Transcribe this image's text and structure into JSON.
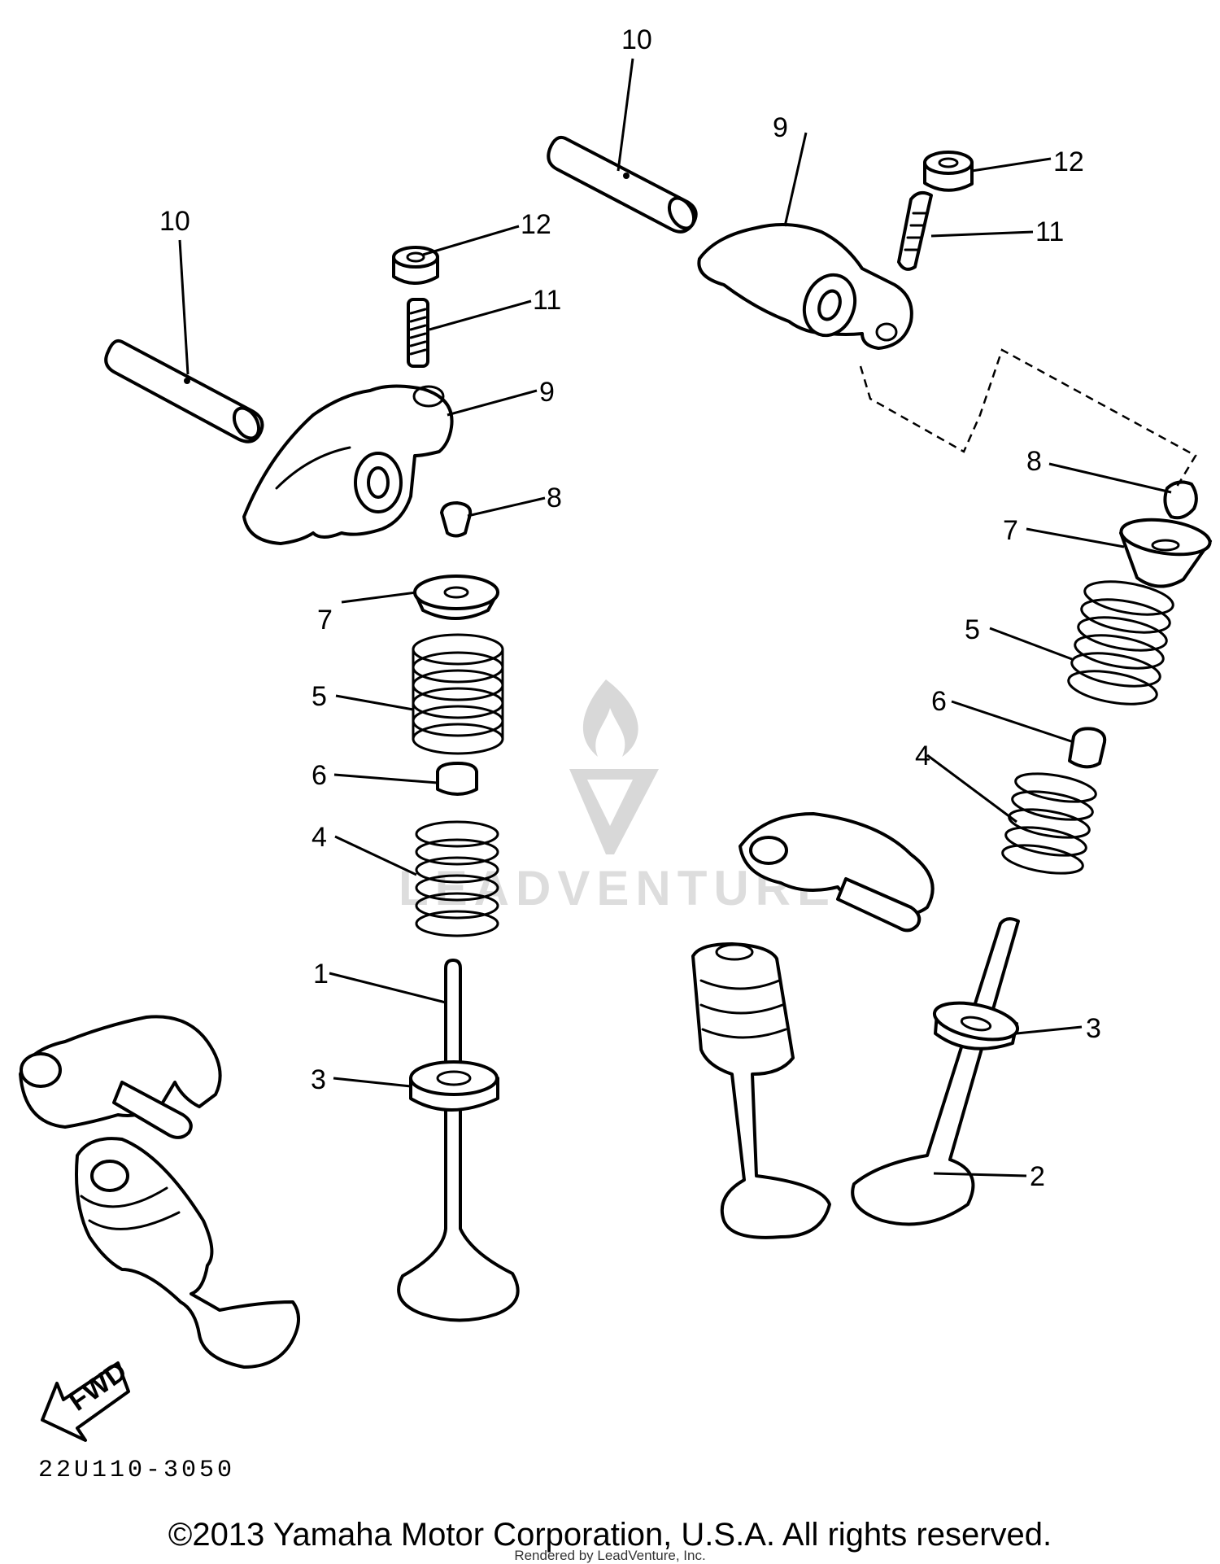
{
  "diagram": {
    "code": "22U110-3050",
    "copyright": "©2013 Yamaha Motor Corporation, U.S.A. All rights reserved.",
    "rendered_by": "Rendered by LeadVenture, Inc.",
    "watermark": "LEADVENTURE",
    "fwd_label": "FWD"
  },
  "callouts": {
    "c10a": "10",
    "c10b": "10",
    "c9a": "9",
    "c9b": "9",
    "c12a": "12",
    "c12b": "12",
    "c11a": "11",
    "c11b": "11",
    "c8a": "8",
    "c8b": "8",
    "c7a": "7",
    "c7b": "7",
    "c5a": "5",
    "c5b": "5",
    "c6a": "6",
    "c6b": "6",
    "c4a": "4",
    "c4b": "4",
    "c1": "1",
    "c2": "2",
    "c3a": "3",
    "c3b": "3"
  }
}
